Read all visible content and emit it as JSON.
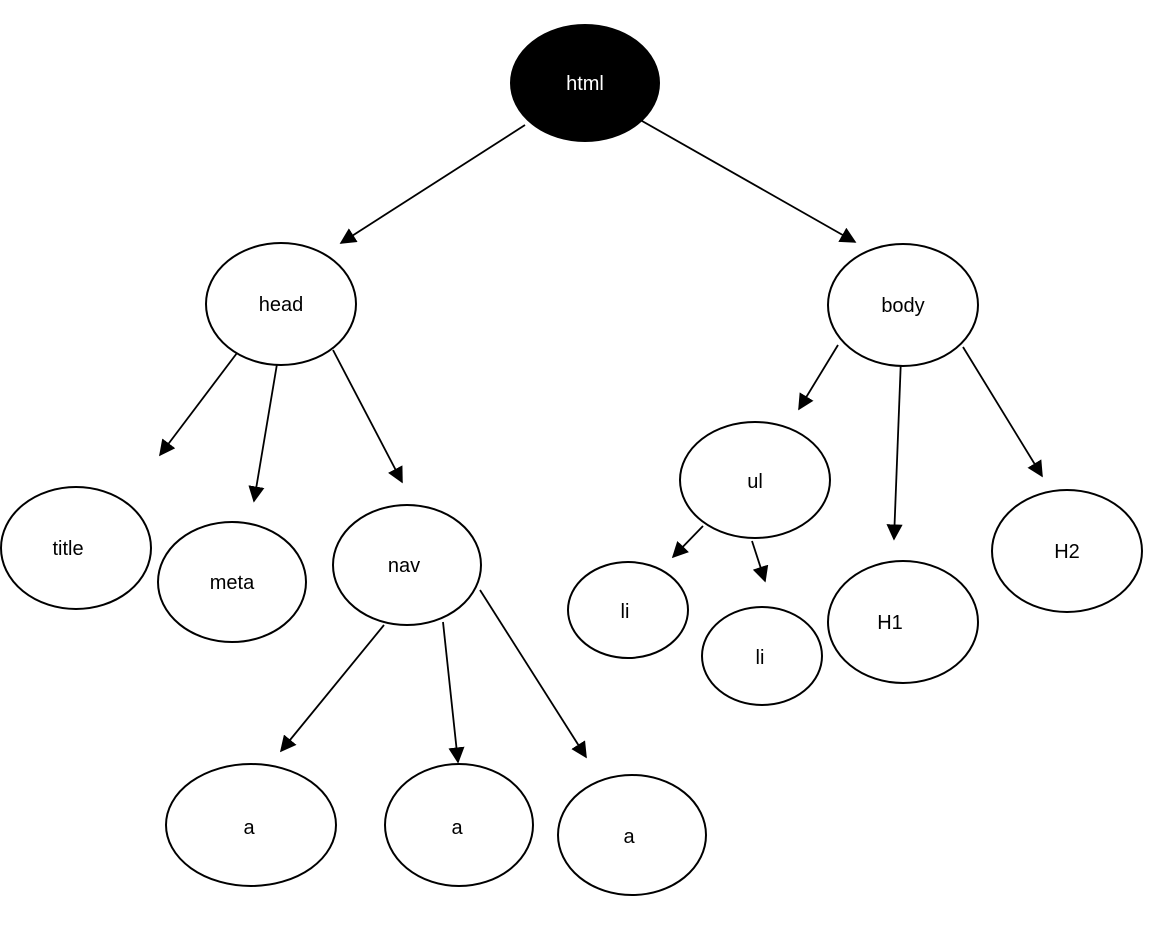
{
  "diagram": {
    "type": "tree",
    "description": "DOM tree of an HTML document",
    "root": "html",
    "colors": {
      "stroke": "#000000",
      "background": "#ffffff",
      "root_fill": "#000000",
      "node_fill": "#ffffff"
    },
    "nodes": [
      {
        "id": "html",
        "label": "html",
        "fill": "#000000",
        "text_color": "#ffffff"
      },
      {
        "id": "head",
        "label": "head",
        "fill": "#ffffff",
        "text_color": "#000000"
      },
      {
        "id": "body",
        "label": "body",
        "fill": "#ffffff",
        "text_color": "#000000"
      },
      {
        "id": "title",
        "label": "title",
        "fill": "#ffffff",
        "text_color": "#000000"
      },
      {
        "id": "meta",
        "label": "meta",
        "fill": "#ffffff",
        "text_color": "#000000"
      },
      {
        "id": "nav",
        "label": "nav",
        "fill": "#ffffff",
        "text_color": "#000000"
      },
      {
        "id": "a1",
        "label": "a",
        "fill": "#ffffff",
        "text_color": "#000000"
      },
      {
        "id": "a2",
        "label": "a",
        "fill": "#ffffff",
        "text_color": "#000000"
      },
      {
        "id": "a3",
        "label": "a",
        "fill": "#ffffff",
        "text_color": "#000000"
      },
      {
        "id": "ul",
        "label": "ul",
        "fill": "#ffffff",
        "text_color": "#000000"
      },
      {
        "id": "li1",
        "label": "li",
        "fill": "#ffffff",
        "text_color": "#000000"
      },
      {
        "id": "li2",
        "label": "li",
        "fill": "#ffffff",
        "text_color": "#000000"
      },
      {
        "id": "h1",
        "label": "H1",
        "fill": "#ffffff",
        "text_color": "#000000"
      },
      {
        "id": "h2",
        "label": "H2",
        "fill": "#ffffff",
        "text_color": "#000000"
      }
    ],
    "edges": [
      {
        "from": "html",
        "to": "head"
      },
      {
        "from": "html",
        "to": "body"
      },
      {
        "from": "head",
        "to": "title"
      },
      {
        "from": "head",
        "to": "meta"
      },
      {
        "from": "head",
        "to": "nav"
      },
      {
        "from": "nav",
        "to": "a1"
      },
      {
        "from": "nav",
        "to": "a2"
      },
      {
        "from": "nav",
        "to": "a3"
      },
      {
        "from": "body",
        "to": "ul"
      },
      {
        "from": "body",
        "to": "h1"
      },
      {
        "from": "body",
        "to": "h2"
      },
      {
        "from": "ul",
        "to": "li1"
      },
      {
        "from": "ul",
        "to": "li2"
      }
    ]
  }
}
